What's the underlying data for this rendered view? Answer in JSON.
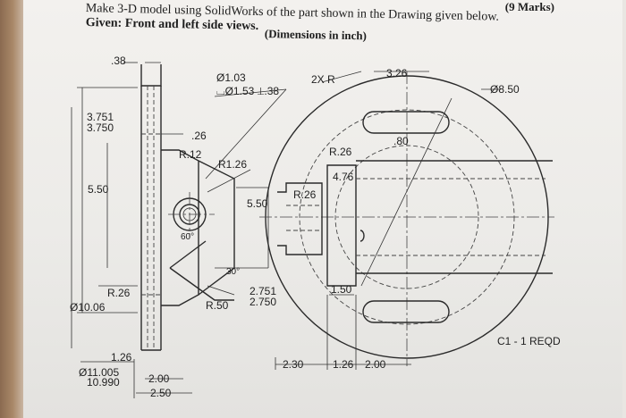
{
  "header": {
    "line1": "Make 3-D model using SolidWorks of the part shown in the Drawing given below.",
    "line2": "Given: Front and left side views.",
    "line3": "(Dimensions in inch)",
    "marks": "(9 Marks)"
  },
  "front_view": {
    "d_038": ".38",
    "d_3751": "3.751",
    "d_3750": "3.750",
    "d_026": ".26",
    "d_r12": "R.12",
    "d_550": "5.50",
    "d_1006": "Ø10.06",
    "d_r26": "R.26",
    "d_126": "1.26",
    "d_11005": "Ø11.005",
    "d_10990": "10.990",
    "d_200": "2.00",
    "d_250": "2.50"
  },
  "center_notes": {
    "hole1": "Ø1.03",
    "hole2": "⌴Ø1.53 ⟂.38",
    "r126": "R1.26",
    "d550": "5.50",
    "a60": "60°",
    "a30": "30°",
    "d2751": "2.751",
    "d2750": "2.750",
    "r50": "R.50"
  },
  "side_view": {
    "x2r": "2X R",
    "d326": "3.26",
    "d850": "Ø8.50",
    "d080": ".80",
    "r26a": "R.26",
    "d476": "4.76",
    "r26b": "R.26",
    "d150": "1.50",
    "d230": "2.30",
    "d126": "1.26",
    "d200": "2.00",
    "note": "C1 - 1 REQD"
  }
}
